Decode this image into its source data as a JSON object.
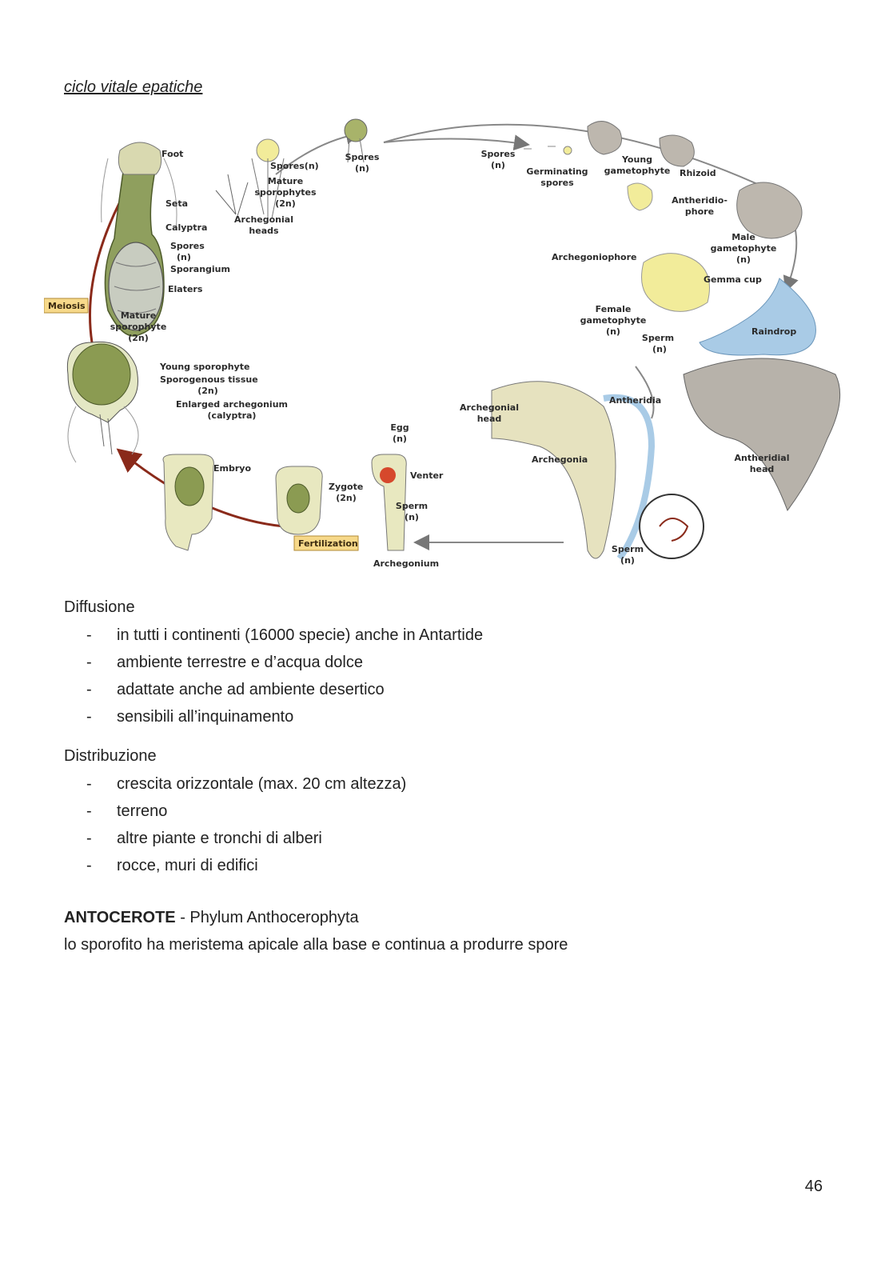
{
  "page": {
    "title": "ciclo vitale epatiche",
    "page_number": "46"
  },
  "figure": {
    "labels": {
      "foot": "Foot",
      "seta": "Seta",
      "calyptra": "Calyptra",
      "spores_n_1": "Spores",
      "spores_n_1b": "(n)",
      "sporangium": "Sporangium",
      "elaters": "Elaters",
      "mature_sporophyte": "Mature",
      "mature_sporophyte_b": "sporophyte",
      "mature_sporophyte_c": "(2n)",
      "meiosis": "Meiosis",
      "spores_top": "Spores(n)",
      "mature_sporophytes": "Mature",
      "mature_sporophytes_b": "sporophytes",
      "mature_sporophytes_c": "(2n)",
      "archegonial_heads": "Archegonial",
      "archegonial_heads_b": "heads",
      "spores_top2": "Spores",
      "spores_top2_b": "(n)",
      "spores_top3": "Spores",
      "spores_top3_b": "(n)",
      "germinating_spores": "Germinating",
      "germinating_spores_b": "spores",
      "young_gametophyte": "Young",
      "young_gametophyte_b": "gametophyte",
      "rhizoid": "Rhizoid",
      "antheridiophore": "Antheridio-",
      "antheridiophore_b": "phore",
      "male_gametophyte": "Male",
      "male_gametophyte_b": "gametophyte",
      "male_gametophyte_c": "(n)",
      "archegoniophore": "Archegoniophore",
      "gemma_cup": "Gemma cup",
      "female_gametophyte": "Female",
      "female_gametophyte_b": "gametophyte",
      "female_gametophyte_c": "(n)",
      "sperm_top": "Sperm",
      "sperm_top_b": "(n)",
      "raindrop": "Raindrop",
      "young_sporophyte": "Young sporophyte",
      "sporogenous_tissue": "Sporogenous tissue",
      "sporogenous_tissue_b": "(2n)",
      "enlarged_archegonium": "Enlarged archegonium",
      "enlarged_archegonium_b": "(calyptra)",
      "archegonial_head": "Archegonial",
      "archegonial_head_b": "head",
      "antheridia": "Antheridia",
      "antheridial_head": "Antheridial",
      "antheridial_head_b": "head",
      "archegonia": "Archegonia",
      "embryo": "Embryo",
      "zygote": "Zygote",
      "zygote_b": "(2n)",
      "egg": "Egg",
      "egg_b": "(n)",
      "venter": "Venter",
      "sperm_mid": "Sperm",
      "sperm_mid_b": "(n)",
      "fertilization": "Fertilization",
      "archegonium": "Archegonium",
      "sperm_bottom": "Sperm",
      "sperm_bottom_b": "(n)"
    },
    "colors": {
      "tissue_green": "#9aa86a",
      "tissue_light": "#e8e8c0",
      "gametophyte_yellow": "#f2ec9a",
      "male_gray": "#bdb7ae",
      "water_blue": "#a9cbe6",
      "egg_red": "#d6482c",
      "arrow_brown": "#8a2a1a",
      "label_box": "#f7d98a"
    }
  },
  "sections": {
    "diffusione": {
      "heading": "Diffusione",
      "items": [
        "in tutti i continenti (16000 specie) anche in Antartide",
        "ambiente terrestre e d’acqua dolce",
        "adattate anche ad ambiente desertico",
        "sensibili all’inquinamento"
      ]
    },
    "distribuzione": {
      "heading": "Distribuzione",
      "items": [
        "crescita orizzontale (max. 20 cm altezza)",
        "terreno",
        "altre piante e tronchi di alberi",
        "rocce, muri di edifici"
      ]
    },
    "antocerote": {
      "title_bold": "ANTOCEROTE",
      "title_rest": " - Phylum Anthocerophyta",
      "description": "lo sporofito ha meristema apicale alla base e continua a produrre spore"
    }
  },
  "bullet_dash": "-"
}
